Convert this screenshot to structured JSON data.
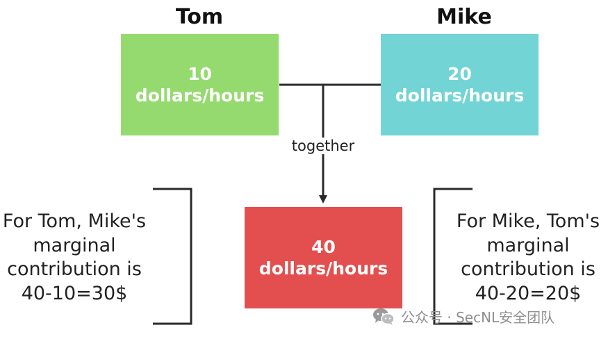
{
  "colors": {
    "tom_box": "#95DA6E",
    "mike_box": "#72D4D5",
    "together_box": "#E34F4F",
    "lines": "#2a2a2a",
    "watermark": "#8f8f8f"
  },
  "tom": {
    "name": "Tom",
    "rate_value": "10",
    "rate_unit": "dollars/hours"
  },
  "mike": {
    "name": "Mike",
    "rate_value": "20",
    "rate_unit": "dollars/hours"
  },
  "together": {
    "label": "together",
    "rate_value": "40",
    "rate_unit": "dollars/hours"
  },
  "left_note": {
    "lines": [
      "For Tom, Mike's",
      "marginal",
      "contribution is",
      "40-10=30$"
    ]
  },
  "right_note": {
    "lines": [
      "For Mike, Tom's",
      "marginal",
      "contribution is",
      "40-20=20$"
    ]
  },
  "watermark": {
    "icon": "wechat-icon",
    "text": "公众号 · SecNL安全团队"
  }
}
